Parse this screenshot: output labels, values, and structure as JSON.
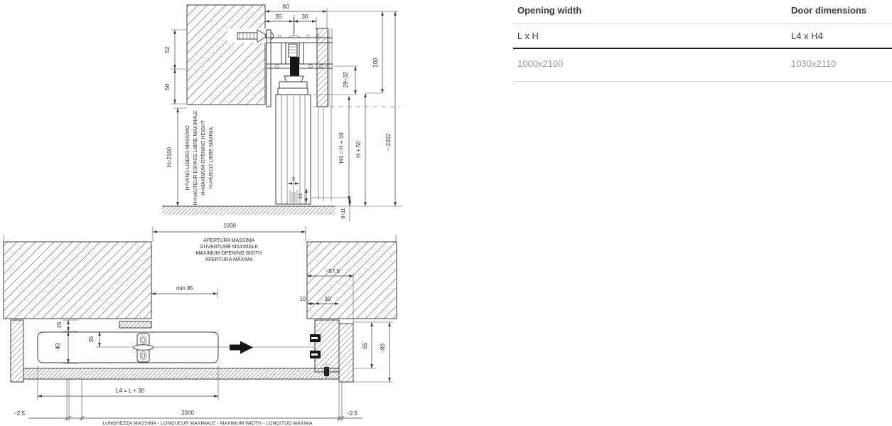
{
  "vs": {
    "d80": "80",
    "d35": "35",
    "d30": "30",
    "d52": "52",
    "d50": "50",
    "h2100": "H=2100",
    "labels": [
      "H=VANO LIBERO MASSIMO",
      "H=HAUTEUR ESPACE LIBRE MAXIMALE",
      "H=MAXIMUM OPENING HEIGHT",
      "H=HUECO LIBRE MÁXIMA"
    ],
    "d100": "100",
    "d2932": "29÷32",
    "h4": "H4 = H + 10",
    "h50": "H + 50",
    "d2202": "~ 2202",
    "d811": "8÷11",
    "d5": "5",
    "d15": "15"
  },
  "ps": {
    "d1000": "1000",
    "apertura": [
      "APERTURA MASSIMA",
      "OUVERTURE MAXIMALE",
      "MAXIMUM OPENING WIDTH",
      "APERTURA MÁXIMA"
    ],
    "min85": "min 85",
    "d575": "~57,5",
    "d10": "10",
    "d30": "30",
    "d15": "15",
    "d40": "40",
    "d35": "35",
    "d65": "65",
    "d80": "~80",
    "l4": "L4 = L + 30",
    "d2000": "2000",
    "d25l": "~2.5",
    "d25r": "~2.5",
    "caption": "LUNGHEZZA MASSIMA -  LONGUEUR MAXIMALE - MAXIMUM WIDTH - LONGITUD MÁXIMA"
  },
  "table": {
    "columns": [
      {
        "header": "Opening width",
        "sub": "L x H",
        "value": "1000x2100"
      },
      {
        "header": "Door dimensions",
        "sub": "L4 x H4",
        "value": "1030x2110"
      }
    ]
  },
  "colors": {
    "line": "#3b3b3b",
    "value_text": "#9e9e9e",
    "divider_dark": "#1d1d1d",
    "divider_light": "#dadada"
  }
}
